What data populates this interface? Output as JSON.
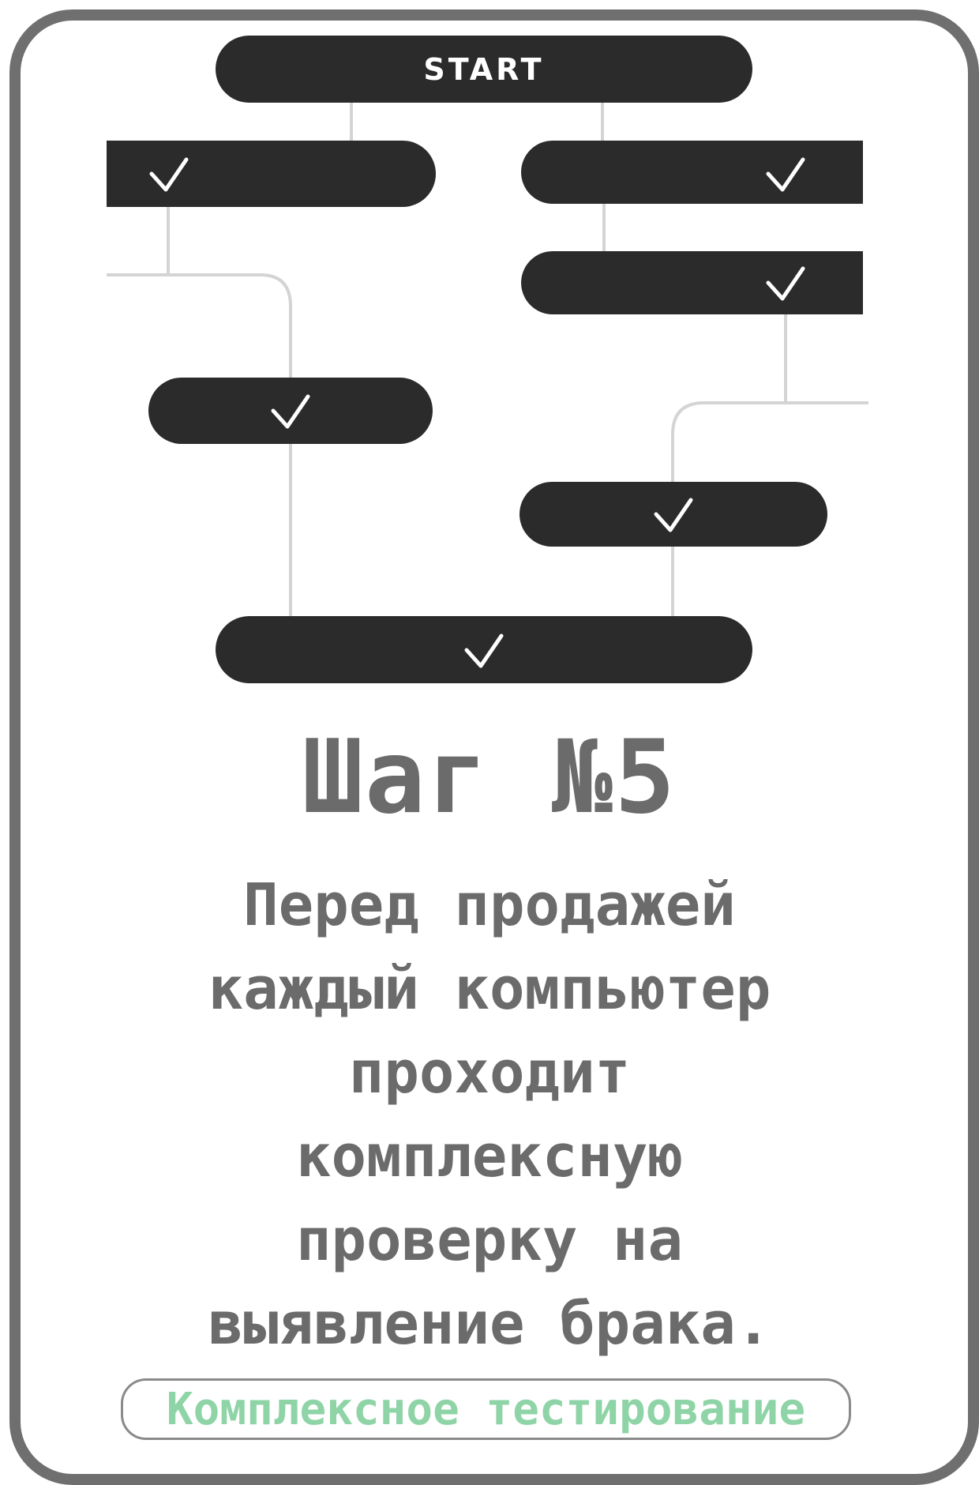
{
  "diagram": {
    "start_label": "START",
    "node_icon": "checkmark-icon"
  },
  "step": {
    "title": "Шаг №5",
    "description_lines": [
      "Перед продажей",
      "каждый компьютер",
      "проходит",
      "комплексную",
      "проверку на",
      "выявление брака."
    ]
  },
  "badge": {
    "label": "Комплексное тестирование"
  },
  "colors": {
    "frame": "#6f6f6f",
    "node": "#2b2b2b",
    "connector": "#d4d4d4",
    "text": "#6b6b6b",
    "badge_text": "#8fd4a6"
  }
}
